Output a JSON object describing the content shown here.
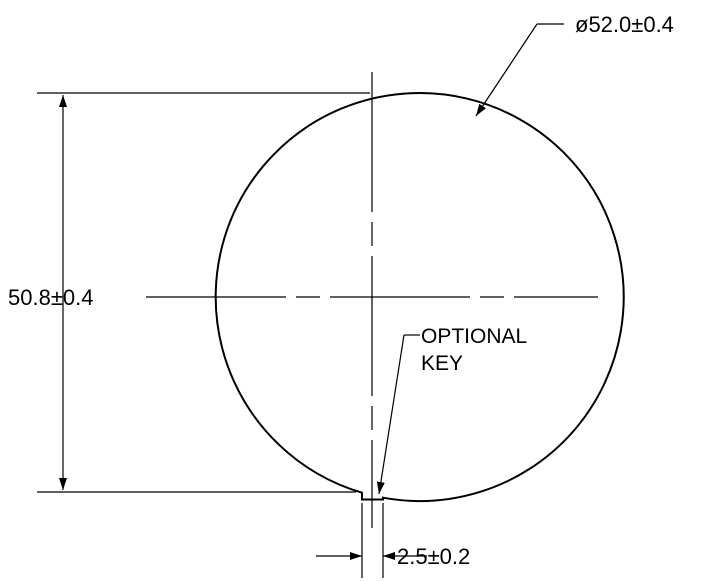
{
  "drawing": {
    "diameter_callout": "ø52.0±0.4",
    "height_dimension": "50.8±0.4",
    "key_note_line1": "OPTIONAL",
    "key_note_line2": "KEY",
    "key_width_dimension": "2.5±0.2"
  },
  "colors": {
    "ink": "#000000",
    "background": "#ffffff"
  }
}
